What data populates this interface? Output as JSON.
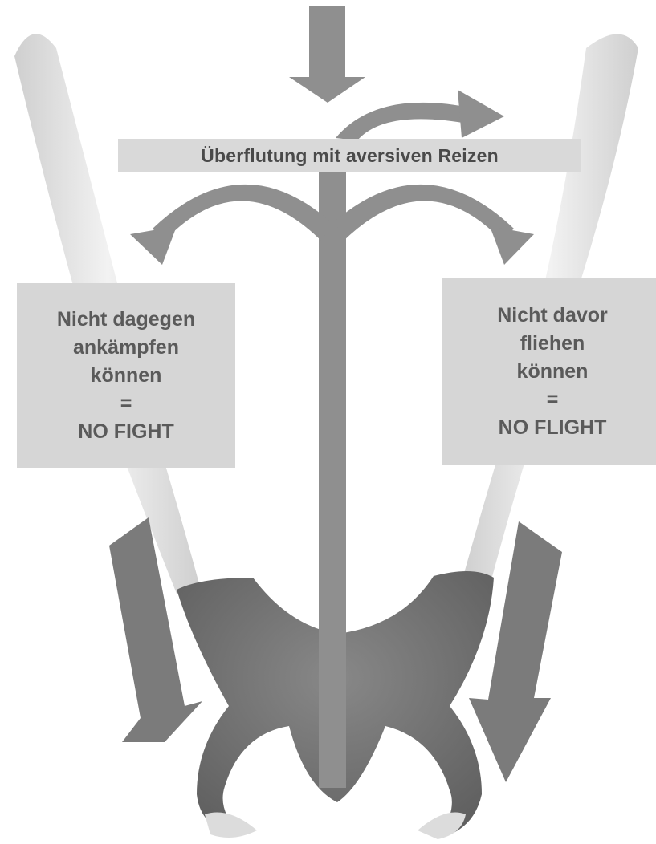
{
  "top_banner": {
    "text": "Überflutung mit aversiven Reizen"
  },
  "left_box": {
    "lines": [
      "Nicht dagegen",
      "ankämpfen",
      "können",
      "=",
      "NO FIGHT"
    ]
  },
  "right_box": {
    "lines": [
      "Nicht davor",
      "fliehen",
      "können",
      "=",
      "NO FLIGHT"
    ]
  },
  "colors": {
    "arrow": "#8f8f8f",
    "arrow_dark": "#7b7b7b",
    "pliers_handle": "#e7e7e7",
    "pliers_jaw": "#6f6f6f",
    "box_fill": "#d6d6d6",
    "box_text": "#5a5a5a"
  },
  "icons": {
    "pliers": "pliers-icon"
  }
}
